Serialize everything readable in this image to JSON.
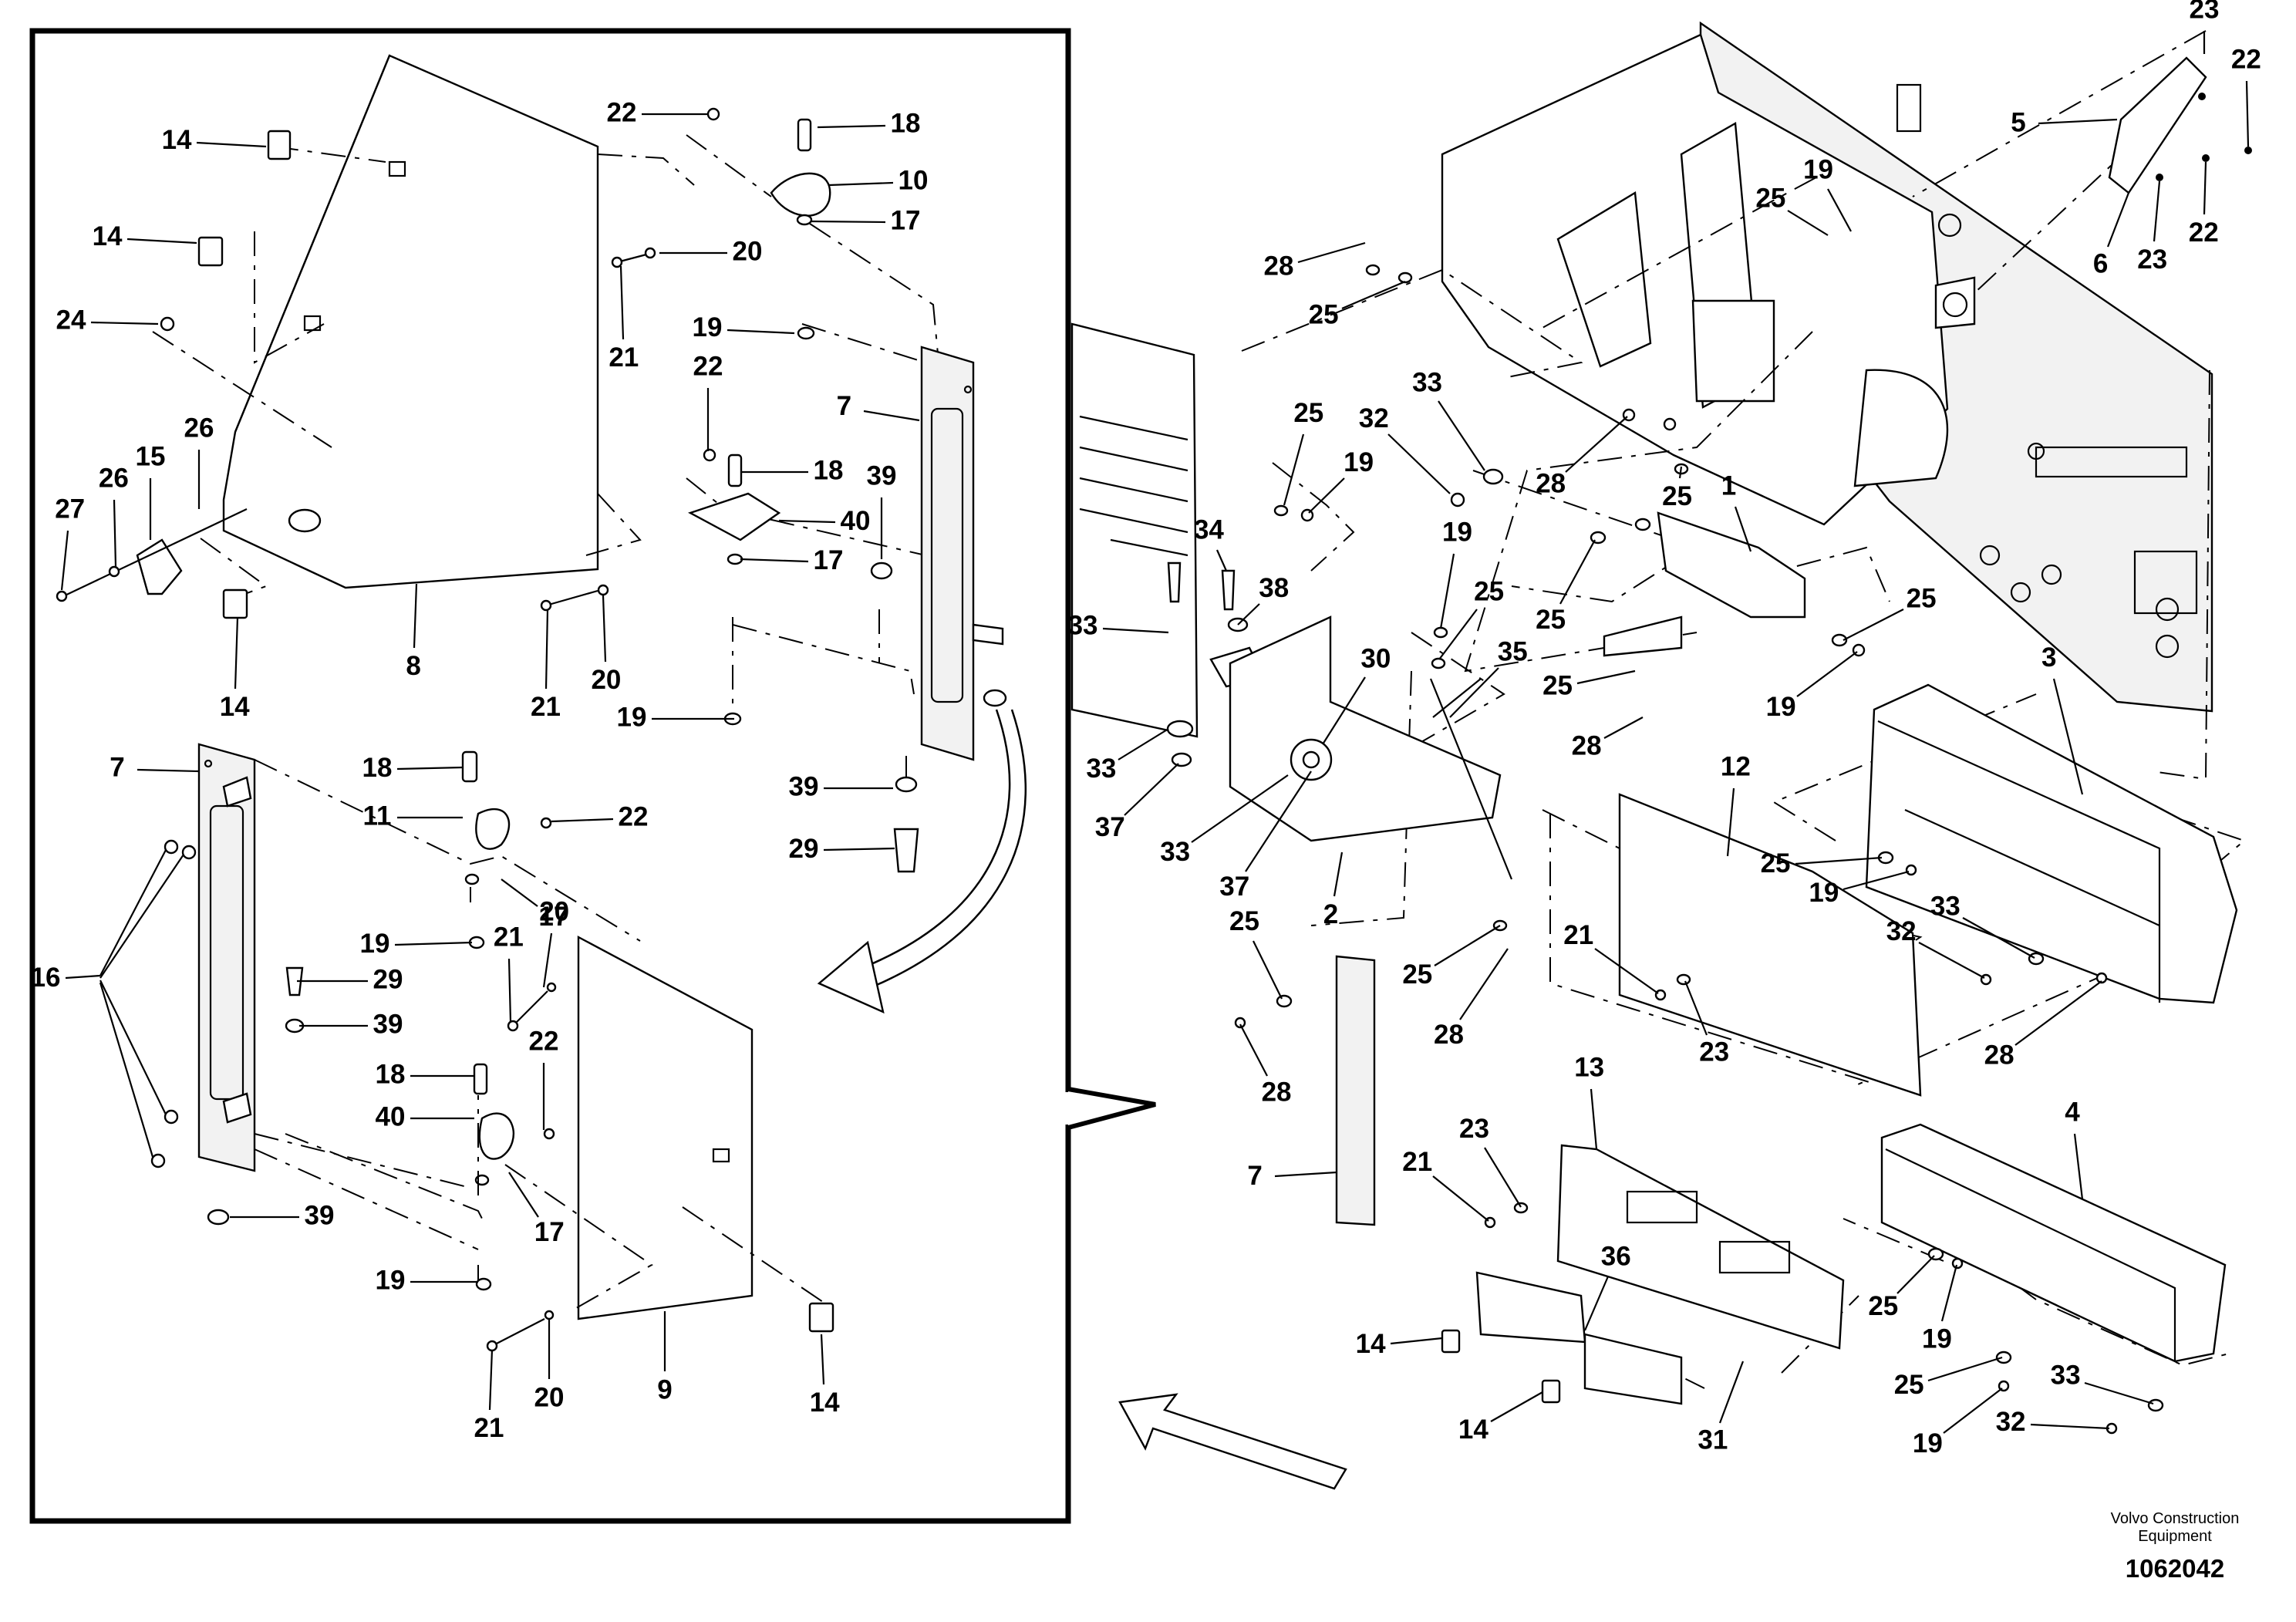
{
  "footer": {
    "company_line1": "Volvo Construction",
    "company_line2": "Equipment",
    "drawing_number": "1062042"
  },
  "callouts": [
    {
      "id": "1",
      "text": "14"
    },
    {
      "id": "2",
      "text": "14"
    },
    {
      "id": "3",
      "text": "24"
    },
    {
      "id": "4",
      "text": "27"
    },
    {
      "id": "5",
      "text": "26"
    },
    {
      "id": "6",
      "text": "15"
    },
    {
      "id": "7",
      "text": "26"
    },
    {
      "id": "8",
      "text": "14"
    },
    {
      "id": "9",
      "text": "8"
    },
    {
      "id": "10",
      "text": "22"
    },
    {
      "id": "11",
      "text": "18"
    },
    {
      "id": "12",
      "text": "10"
    },
    {
      "id": "13",
      "text": "17"
    },
    {
      "id": "14",
      "text": "20"
    },
    {
      "id": "15",
      "text": "21"
    },
    {
      "id": "16",
      "text": "19"
    },
    {
      "id": "17",
      "text": "7"
    },
    {
      "id": "18",
      "text": "22"
    },
    {
      "id": "19",
      "text": "18"
    },
    {
      "id": "20",
      "text": "40"
    },
    {
      "id": "21",
      "text": "39"
    },
    {
      "id": "22",
      "text": "17"
    },
    {
      "id": "23",
      "text": "21"
    },
    {
      "id": "24",
      "text": "20"
    },
    {
      "id": "25",
      "text": "19"
    },
    {
      "id": "26",
      "text": "39"
    },
    {
      "id": "27",
      "text": "29"
    },
    {
      "id": "28",
      "text": "7"
    },
    {
      "id": "29",
      "text": "18"
    },
    {
      "id": "30",
      "text": "11"
    },
    {
      "id": "31",
      "text": "22"
    },
    {
      "id": "32",
      "text": "17"
    },
    {
      "id": "33",
      "text": "16"
    },
    {
      "id": "34",
      "text": "19"
    },
    {
      "id": "35",
      "text": "20"
    },
    {
      "id": "36",
      "text": "21"
    },
    {
      "id": "37",
      "text": "29"
    },
    {
      "id": "38",
      "text": "39"
    },
    {
      "id": "39",
      "text": "18"
    },
    {
      "id": "40",
      "text": "40"
    },
    {
      "id": "41",
      "text": "22"
    },
    {
      "id": "42",
      "text": "17"
    },
    {
      "id": "43",
      "text": "39"
    },
    {
      "id": "44",
      "text": "19"
    },
    {
      "id": "45",
      "text": "21"
    },
    {
      "id": "46",
      "text": "20"
    },
    {
      "id": "47",
      "text": "9"
    },
    {
      "id": "48",
      "text": "14"
    },
    {
      "id": "49",
      "text": "23"
    },
    {
      "id": "50",
      "text": "22"
    },
    {
      "id": "51",
      "text": "5"
    },
    {
      "id": "52",
      "text": "6"
    },
    {
      "id": "53",
      "text": "23"
    },
    {
      "id": "54",
      "text": "22"
    },
    {
      "id": "55",
      "text": "25"
    },
    {
      "id": "56",
      "text": "19"
    },
    {
      "id": "57",
      "text": "28"
    },
    {
      "id": "58",
      "text": "25"
    },
    {
      "id": "59",
      "text": "33"
    },
    {
      "id": "60",
      "text": "32"
    },
    {
      "id": "61",
      "text": "25"
    },
    {
      "id": "62",
      "text": "19"
    },
    {
      "id": "63",
      "text": "28"
    },
    {
      "id": "64",
      "text": "25"
    },
    {
      "id": "65",
      "text": "1"
    },
    {
      "id": "66",
      "text": "25"
    },
    {
      "id": "67",
      "text": "25"
    },
    {
      "id": "68",
      "text": "19"
    },
    {
      "id": "69",
      "text": "34"
    },
    {
      "id": "70",
      "text": "38"
    },
    {
      "id": "71",
      "text": "33"
    },
    {
      "id": "72",
      "text": "19"
    },
    {
      "id": "73",
      "text": "25"
    },
    {
      "id": "74",
      "text": "35"
    },
    {
      "id": "75",
      "text": "25"
    },
    {
      "id": "76",
      "text": "28"
    },
    {
      "id": "77",
      "text": "30"
    },
    {
      "id": "78",
      "text": "33"
    },
    {
      "id": "79",
      "text": "37"
    },
    {
      "id": "80",
      "text": "33"
    },
    {
      "id": "81",
      "text": "37"
    },
    {
      "id": "82",
      "text": "2"
    },
    {
      "id": "83",
      "text": "3"
    },
    {
      "id": "84",
      "text": "12"
    },
    {
      "id": "85",
      "text": "25"
    },
    {
      "id": "86",
      "text": "19"
    },
    {
      "id": "87",
      "text": "21"
    },
    {
      "id": "88",
      "text": "23"
    },
    {
      "id": "89",
      "text": "32"
    },
    {
      "id": "90",
      "text": "33"
    },
    {
      "id": "91",
      "text": "28"
    },
    {
      "id": "92",
      "text": "25"
    },
    {
      "id": "93",
      "text": "28"
    },
    {
      "id": "94",
      "text": "25"
    },
    {
      "id": "95",
      "text": "28"
    },
    {
      "id": "96",
      "text": "7"
    },
    {
      "id": "97",
      "text": "13"
    },
    {
      "id": "98",
      "text": "21"
    },
    {
      "id": "99",
      "text": "23"
    },
    {
      "id": "100",
      "text": "4"
    },
    {
      "id": "101",
      "text": "36"
    },
    {
      "id": "102",
      "text": "14"
    },
    {
      "id": "103",
      "text": "14"
    },
    {
      "id": "104",
      "text": "31"
    },
    {
      "id": "105",
      "text": "25"
    },
    {
      "id": "106",
      "text": "19"
    },
    {
      "id": "107",
      "text": "25"
    },
    {
      "id": "108",
      "text": "19"
    },
    {
      "id": "109",
      "text": "33"
    },
    {
      "id": "110",
      "text": "32"
    }
  ]
}
